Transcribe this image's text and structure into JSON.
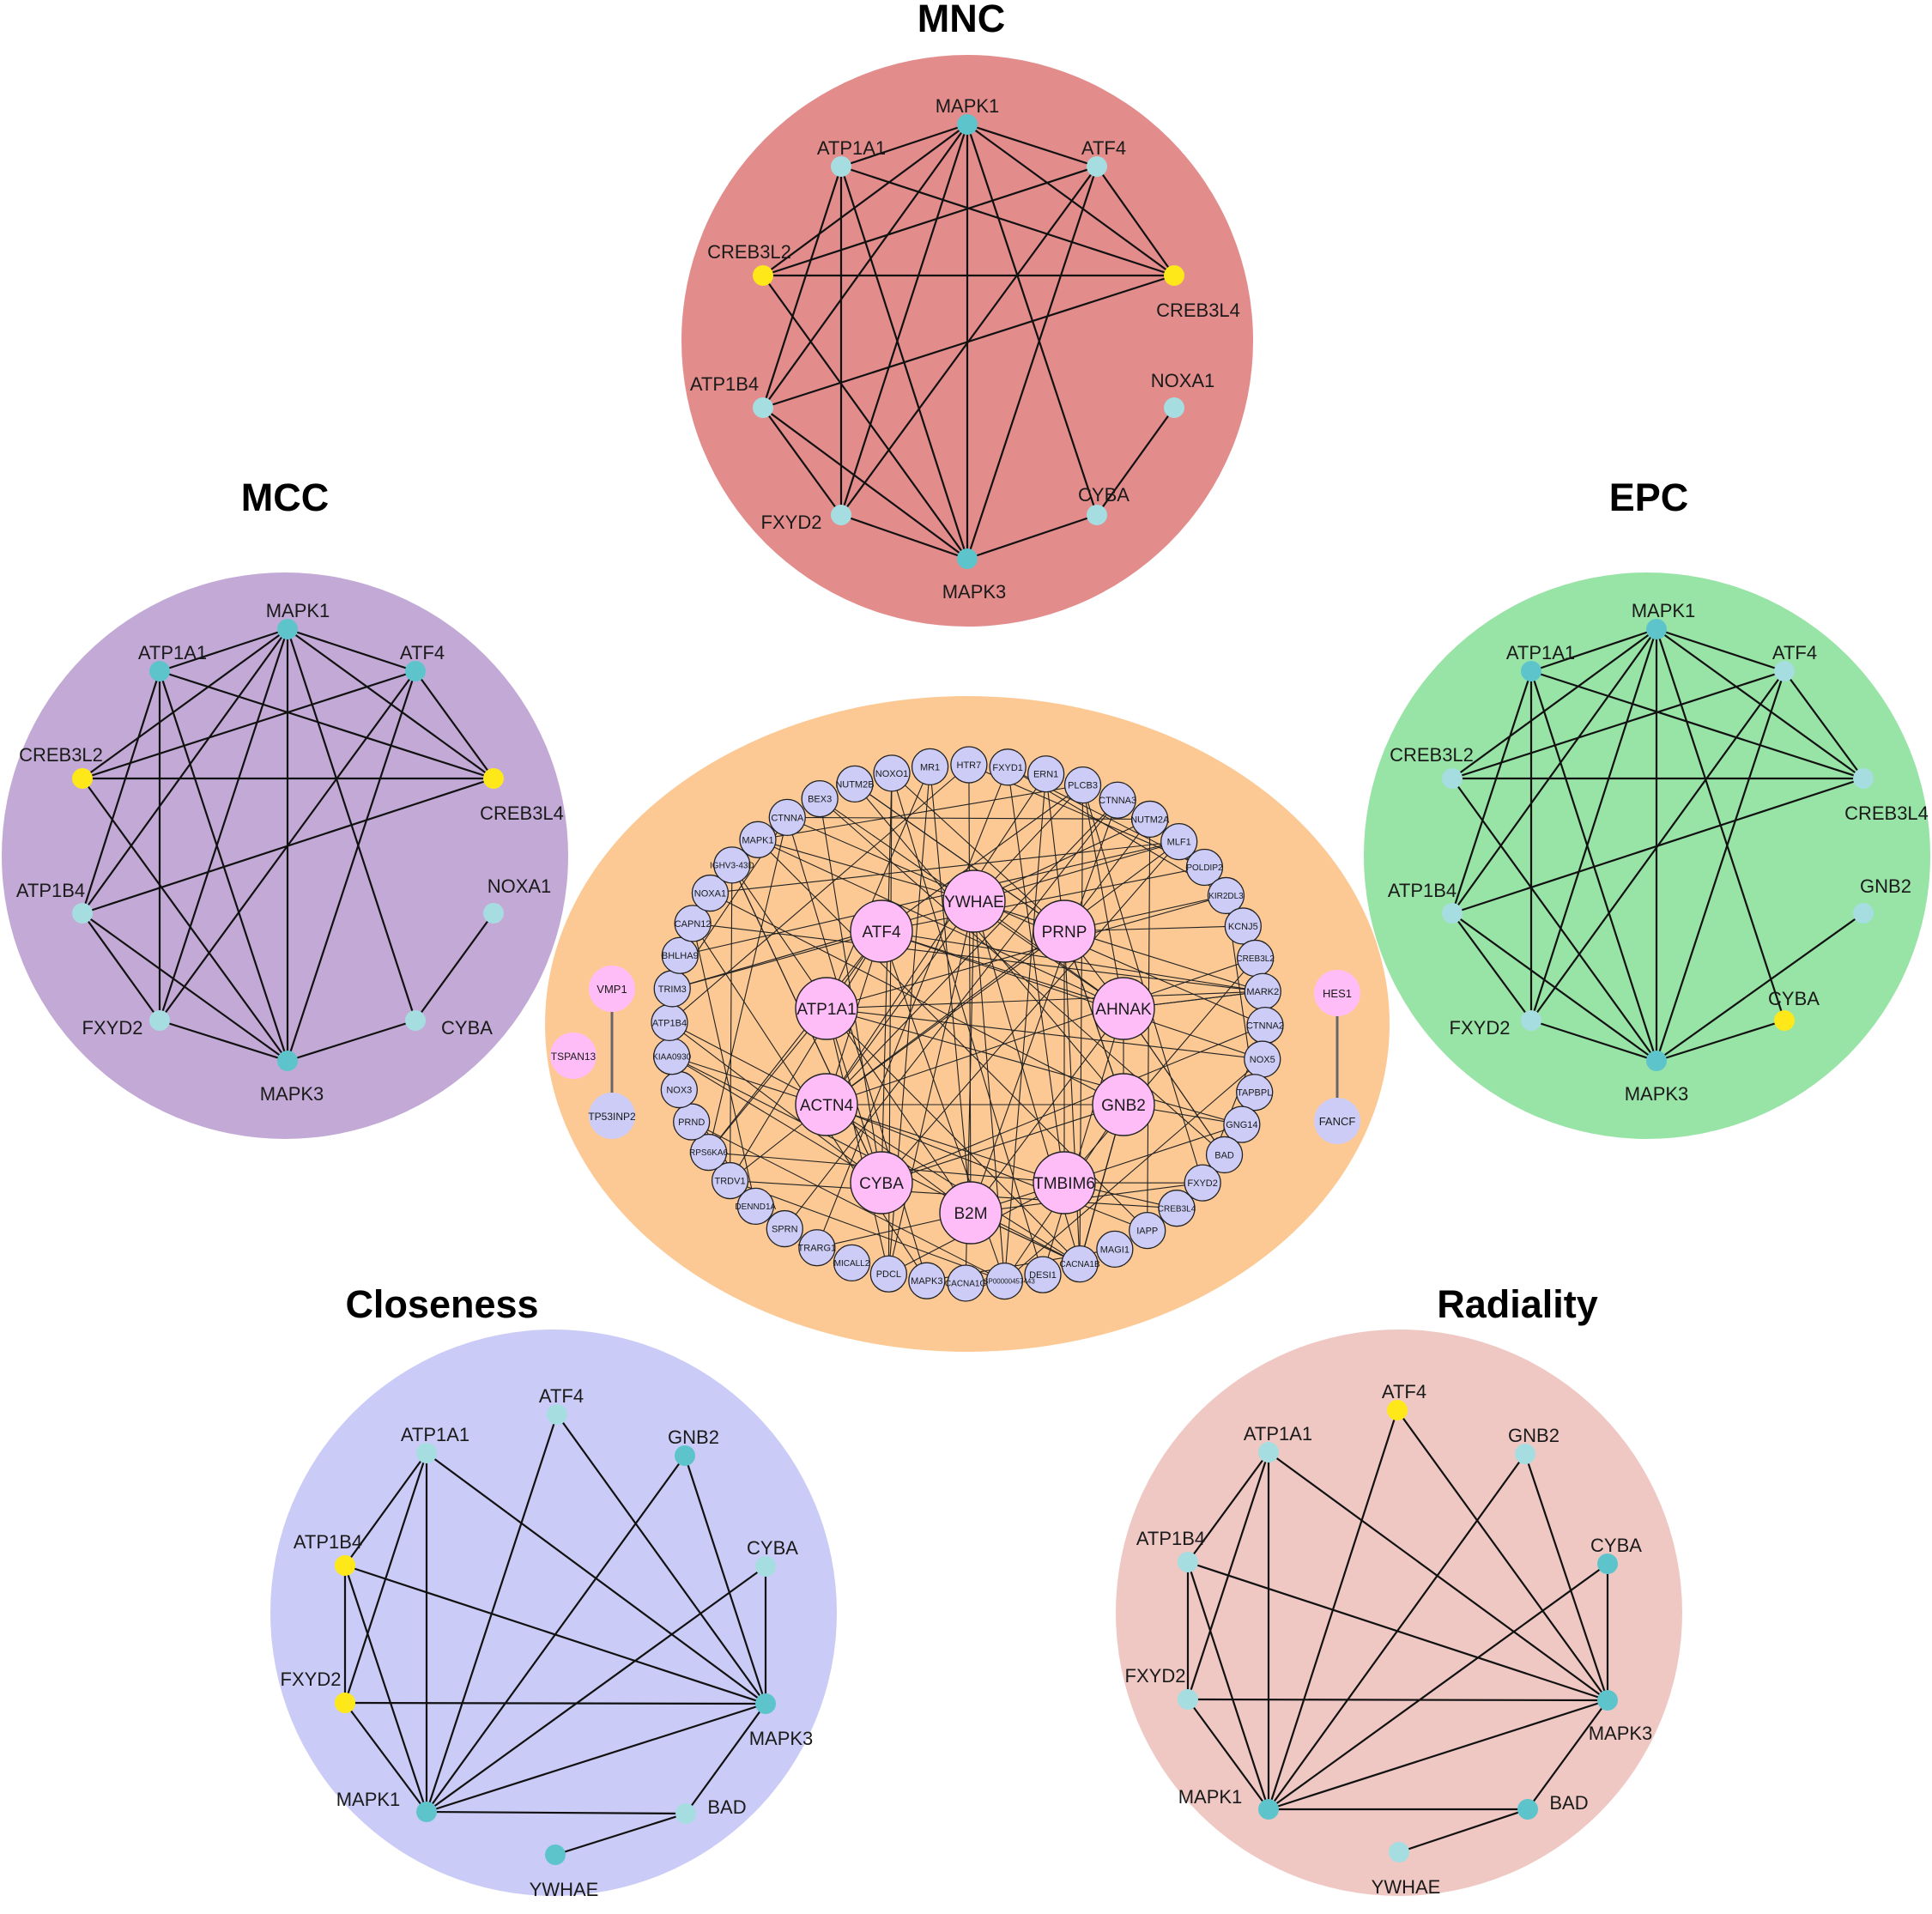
{
  "colors": {
    "node_dark": "#5ec4cc",
    "node_light": "#a6dde0",
    "node_yellow": "#ffe81a",
    "hub_pink": "#ffbdf7",
    "periph_lavender": "#ccccf6",
    "edge": "#111111"
  },
  "panels": [
    {
      "key": "mnc",
      "title": "MNC",
      "background": "#e38c8c",
      "nodes": [
        {
          "id": "MAPK1",
          "label": "MAPK1",
          "color": "dark"
        },
        {
          "id": "ATP1A1",
          "label": "ATP1A1",
          "color": "light"
        },
        {
          "id": "ATF4",
          "label": "ATF4",
          "color": "light"
        },
        {
          "id": "CREB3L2",
          "label": "CREB3L2",
          "color": "yellow"
        },
        {
          "id": "CREB3L4",
          "label": "CREB3L4",
          "color": "yellow"
        },
        {
          "id": "ATP1B4",
          "label": "ATP1B4",
          "color": "light"
        },
        {
          "id": "NOXA1",
          "label": "NOXA1",
          "color": "light"
        },
        {
          "id": "FXYD2",
          "label": "FXYD2",
          "color": "light"
        },
        {
          "id": "CYBA",
          "label": "CYBA",
          "color": "light"
        },
        {
          "id": "MAPK3",
          "label": "MAPK3",
          "color": "dark"
        }
      ],
      "edges": [
        [
          "MAPK1",
          "ATP1A1"
        ],
        [
          "MAPK1",
          "ATF4"
        ],
        [
          "MAPK1",
          "CREB3L2"
        ],
        [
          "MAPK1",
          "CREB3L4"
        ],
        [
          "MAPK1",
          "ATP1B4"
        ],
        [
          "MAPK1",
          "FXYD2"
        ],
        [
          "MAPK1",
          "MAPK3"
        ],
        [
          "MAPK1",
          "CYBA"
        ],
        [
          "ATP1A1",
          "ATP1B4"
        ],
        [
          "ATP1A1",
          "FXYD2"
        ],
        [
          "ATP1A1",
          "MAPK3"
        ],
        [
          "ATP1A1",
          "CREB3L4"
        ],
        [
          "ATF4",
          "CREB3L2"
        ],
        [
          "ATF4",
          "CREB3L4"
        ],
        [
          "ATF4",
          "FXYD2"
        ],
        [
          "ATF4",
          "MAPK3"
        ],
        [
          "CREB3L2",
          "CREB3L4"
        ],
        [
          "CREB3L2",
          "MAPK3"
        ],
        [
          "CREB3L4",
          "ATP1B4"
        ],
        [
          "ATP1B4",
          "FXYD2"
        ],
        [
          "ATP1B4",
          "MAPK3"
        ],
        [
          "FXYD2",
          "MAPK3"
        ],
        [
          "CYBA",
          "MAPK3"
        ],
        [
          "CYBA",
          "NOXA1"
        ]
      ]
    },
    {
      "key": "mcc",
      "title": "MCC",
      "background": "#c3aad6",
      "nodes": [
        {
          "id": "MAPK1",
          "label": "MAPK1",
          "color": "dark"
        },
        {
          "id": "ATP1A1",
          "label": "ATP1A1",
          "color": "dark"
        },
        {
          "id": "ATF4",
          "label": "ATF4",
          "color": "dark"
        },
        {
          "id": "CREB3L2",
          "label": "CREB3L2",
          "color": "yellow"
        },
        {
          "id": "CREB3L4",
          "label": "CREB3L4",
          "color": "yellow"
        },
        {
          "id": "ATP1B4",
          "label": "ATP1B4",
          "color": "light"
        },
        {
          "id": "NOXA1",
          "label": "NOXA1",
          "color": "light"
        },
        {
          "id": "FXYD2",
          "label": "FXYD2",
          "color": "light"
        },
        {
          "id": "CYBA",
          "label": "CYBA",
          "color": "light"
        },
        {
          "id": "MAPK3",
          "label": "MAPK3",
          "color": "dark"
        }
      ],
      "edges": [
        [
          "MAPK1",
          "ATP1A1"
        ],
        [
          "MAPK1",
          "ATF4"
        ],
        [
          "MAPK1",
          "CREB3L2"
        ],
        [
          "MAPK1",
          "CREB3L4"
        ],
        [
          "MAPK1",
          "ATP1B4"
        ],
        [
          "MAPK1",
          "FXYD2"
        ],
        [
          "MAPK1",
          "MAPK3"
        ],
        [
          "MAPK1",
          "CYBA"
        ],
        [
          "ATP1A1",
          "ATP1B4"
        ],
        [
          "ATP1A1",
          "FXYD2"
        ],
        [
          "ATP1A1",
          "MAPK3"
        ],
        [
          "ATP1A1",
          "CREB3L4"
        ],
        [
          "ATF4",
          "CREB3L2"
        ],
        [
          "ATF4",
          "CREB3L4"
        ],
        [
          "ATF4",
          "FXYD2"
        ],
        [
          "ATF4",
          "MAPK3"
        ],
        [
          "CREB3L2",
          "CREB3L4"
        ],
        [
          "CREB3L2",
          "MAPK3"
        ],
        [
          "CREB3L4",
          "ATP1B4"
        ],
        [
          "ATP1B4",
          "FXYD2"
        ],
        [
          "ATP1B4",
          "MAPK3"
        ],
        [
          "FXYD2",
          "MAPK3"
        ],
        [
          "CYBA",
          "MAPK3"
        ],
        [
          "CYBA",
          "NOXA1"
        ]
      ]
    },
    {
      "key": "epc",
      "title": "EPC",
      "background": "#98e3a6",
      "nodes": [
        {
          "id": "MAPK1",
          "label": "MAPK1",
          "color": "dark"
        },
        {
          "id": "ATP1A1",
          "label": "ATP1A1",
          "color": "dark"
        },
        {
          "id": "ATF4",
          "label": "ATF4",
          "color": "light"
        },
        {
          "id": "CREB3L2",
          "label": "CREB3L2",
          "color": "light"
        },
        {
          "id": "CREB3L4",
          "label": "CREB3L4",
          "color": "light"
        },
        {
          "id": "ATP1B4",
          "label": "ATP1B4",
          "color": "light"
        },
        {
          "id": "GNB2",
          "label": "GNB2",
          "color": "light"
        },
        {
          "id": "FXYD2",
          "label": "FXYD2",
          "color": "light"
        },
        {
          "id": "CYBA",
          "label": "CYBA",
          "color": "yellow"
        },
        {
          "id": "MAPK3",
          "label": "MAPK3",
          "color": "dark"
        }
      ],
      "edges": [
        [
          "MAPK1",
          "ATP1A1"
        ],
        [
          "MAPK1",
          "ATF4"
        ],
        [
          "MAPK1",
          "CREB3L2"
        ],
        [
          "MAPK1",
          "CREB3L4"
        ],
        [
          "MAPK1",
          "ATP1B4"
        ],
        [
          "MAPK1",
          "FXYD2"
        ],
        [
          "MAPK1",
          "MAPK3"
        ],
        [
          "MAPK1",
          "CYBA"
        ],
        [
          "ATP1A1",
          "ATP1B4"
        ],
        [
          "ATP1A1",
          "FXYD2"
        ],
        [
          "ATP1A1",
          "MAPK3"
        ],
        [
          "ATP1A1",
          "CREB3L4"
        ],
        [
          "ATF4",
          "CREB3L2"
        ],
        [
          "ATF4",
          "CREB3L4"
        ],
        [
          "ATF4",
          "FXYD2"
        ],
        [
          "ATF4",
          "MAPK3"
        ],
        [
          "CREB3L2",
          "CREB3L4"
        ],
        [
          "CREB3L2",
          "MAPK3"
        ],
        [
          "CREB3L4",
          "ATP1B4"
        ],
        [
          "ATP1B4",
          "FXYD2"
        ],
        [
          "ATP1B4",
          "MAPK3"
        ],
        [
          "FXYD2",
          "MAPK3"
        ],
        [
          "CYBA",
          "MAPK3"
        ],
        [
          "GNB2",
          "MAPK3"
        ]
      ]
    },
    {
      "key": "closeness",
      "title": "Closeness",
      "background": "#cbcbf7",
      "nodes": [
        {
          "id": "ATF4",
          "label": "ATF4",
          "color": "light"
        },
        {
          "id": "ATP1A1",
          "label": "ATP1A1",
          "color": "light"
        },
        {
          "id": "GNB2",
          "label": "GNB2",
          "color": "dark"
        },
        {
          "id": "ATP1B4",
          "label": "ATP1B4",
          "color": "yellow"
        },
        {
          "id": "CYBA",
          "label": "CYBA",
          "color": "light"
        },
        {
          "id": "FXYD2",
          "label": "FXYD2",
          "color": "yellow"
        },
        {
          "id": "MAPK3",
          "label": "MAPK3",
          "color": "dark"
        },
        {
          "id": "MAPK1",
          "label": "MAPK1",
          "color": "dark"
        },
        {
          "id": "BAD",
          "label": "BAD",
          "color": "light"
        },
        {
          "id": "YWHAE",
          "label": "YWHAE",
          "color": "dark"
        }
      ],
      "edges": [
        [
          "ATF4",
          "MAPK1"
        ],
        [
          "ATF4",
          "MAPK3"
        ],
        [
          "ATP1A1",
          "ATP1B4"
        ],
        [
          "ATP1A1",
          "FXYD2"
        ],
        [
          "ATP1A1",
          "MAPK1"
        ],
        [
          "ATP1A1",
          "MAPK3"
        ],
        [
          "GNB2",
          "MAPK1"
        ],
        [
          "GNB2",
          "MAPK3"
        ],
        [
          "ATP1B4",
          "FXYD2"
        ],
        [
          "ATP1B4",
          "MAPK1"
        ],
        [
          "ATP1B4",
          "MAPK3"
        ],
        [
          "CYBA",
          "MAPK1"
        ],
        [
          "CYBA",
          "MAPK3"
        ],
        [
          "FXYD2",
          "MAPK1"
        ],
        [
          "FXYD2",
          "MAPK3"
        ],
        [
          "MAPK1",
          "MAPK3"
        ],
        [
          "MAPK1",
          "BAD"
        ],
        [
          "BAD",
          "MAPK3"
        ],
        [
          "YWHAE",
          "BAD"
        ]
      ]
    },
    {
      "key": "radiality",
      "title": "Radiality",
      "background": "#efc8c4",
      "nodes": [
        {
          "id": "ATF4",
          "label": "ATF4",
          "color": "yellow"
        },
        {
          "id": "ATP1A1",
          "label": "ATP1A1",
          "color": "light"
        },
        {
          "id": "GNB2",
          "label": "GNB2",
          "color": "light"
        },
        {
          "id": "ATP1B4",
          "label": "ATP1B4",
          "color": "light"
        },
        {
          "id": "CYBA",
          "label": "CYBA",
          "color": "dark"
        },
        {
          "id": "FXYD2",
          "label": "FXYD2",
          "color": "light"
        },
        {
          "id": "MAPK3",
          "label": "MAPK3",
          "color": "dark"
        },
        {
          "id": "MAPK1",
          "label": "MAPK1",
          "color": "dark"
        },
        {
          "id": "BAD",
          "label": "BAD",
          "color": "dark"
        },
        {
          "id": "YWHAE",
          "label": "YWHAE",
          "color": "light"
        }
      ],
      "edges": [
        [
          "ATF4",
          "MAPK1"
        ],
        [
          "ATF4",
          "MAPK3"
        ],
        [
          "ATP1A1",
          "ATP1B4"
        ],
        [
          "ATP1A1",
          "FXYD2"
        ],
        [
          "ATP1A1",
          "MAPK1"
        ],
        [
          "ATP1A1",
          "MAPK3"
        ],
        [
          "GNB2",
          "MAPK1"
        ],
        [
          "GNB2",
          "MAPK3"
        ],
        [
          "ATP1B4",
          "FXYD2"
        ],
        [
          "ATP1B4",
          "MAPK1"
        ],
        [
          "ATP1B4",
          "MAPK3"
        ],
        [
          "CYBA",
          "MAPK1"
        ],
        [
          "CYBA",
          "MAPK3"
        ],
        [
          "FXYD2",
          "MAPK1"
        ],
        [
          "FXYD2",
          "MAPK3"
        ],
        [
          "MAPK1",
          "MAPK3"
        ],
        [
          "MAPK1",
          "BAD"
        ],
        [
          "BAD",
          "MAPK3"
        ],
        [
          "YWHAE",
          "BAD"
        ]
      ]
    }
  ],
  "center": {
    "background": "#fcc995",
    "hubs": [
      "YWHAE",
      "ATF4",
      "PRNP",
      "ATP1A1",
      "AHNAK",
      "ACTN4",
      "GNB2",
      "CYBA",
      "TMBIM6",
      "B2M"
    ],
    "ring": [
      "HTR7",
      "FXYD1",
      "ERN1",
      "PLCB3",
      "CTNNA3",
      "NUTM2A",
      "MLF1",
      "POLDIP2",
      "KIR2DL3",
      "KCNJ5",
      "CREB3L2",
      "MARK2",
      "CTNNA2",
      "NOX5",
      "TAPBPL",
      "GNG14",
      "BAD",
      "FXYD2",
      "CREB3L4",
      "IAPP",
      "MAGI1",
      "CACNA1B",
      "DESI1",
      "ENSP00000457443",
      "CACNA1G",
      "MAPK3",
      "PDCL",
      "MICALL2",
      "TRARG1",
      "SPRN",
      "DENND1A",
      "TRDV1",
      "RPS6KA6",
      "PRND",
      "NOX3",
      "KIAA0930",
      "ATP1B4",
      "TRIM3",
      "BHLHA9",
      "CAPN12",
      "NOXA1",
      "IGHV3-43D",
      "MAPK1",
      "CTNNA",
      "BEX3",
      "NUTM2B",
      "NOXO1",
      "MR1"
    ],
    "isolated": [
      {
        "a": "VMP1",
        "b": "TP53INP2",
        "c": "TSPAN13"
      },
      {
        "a": "HES1",
        "b": "FANCF"
      }
    ]
  }
}
